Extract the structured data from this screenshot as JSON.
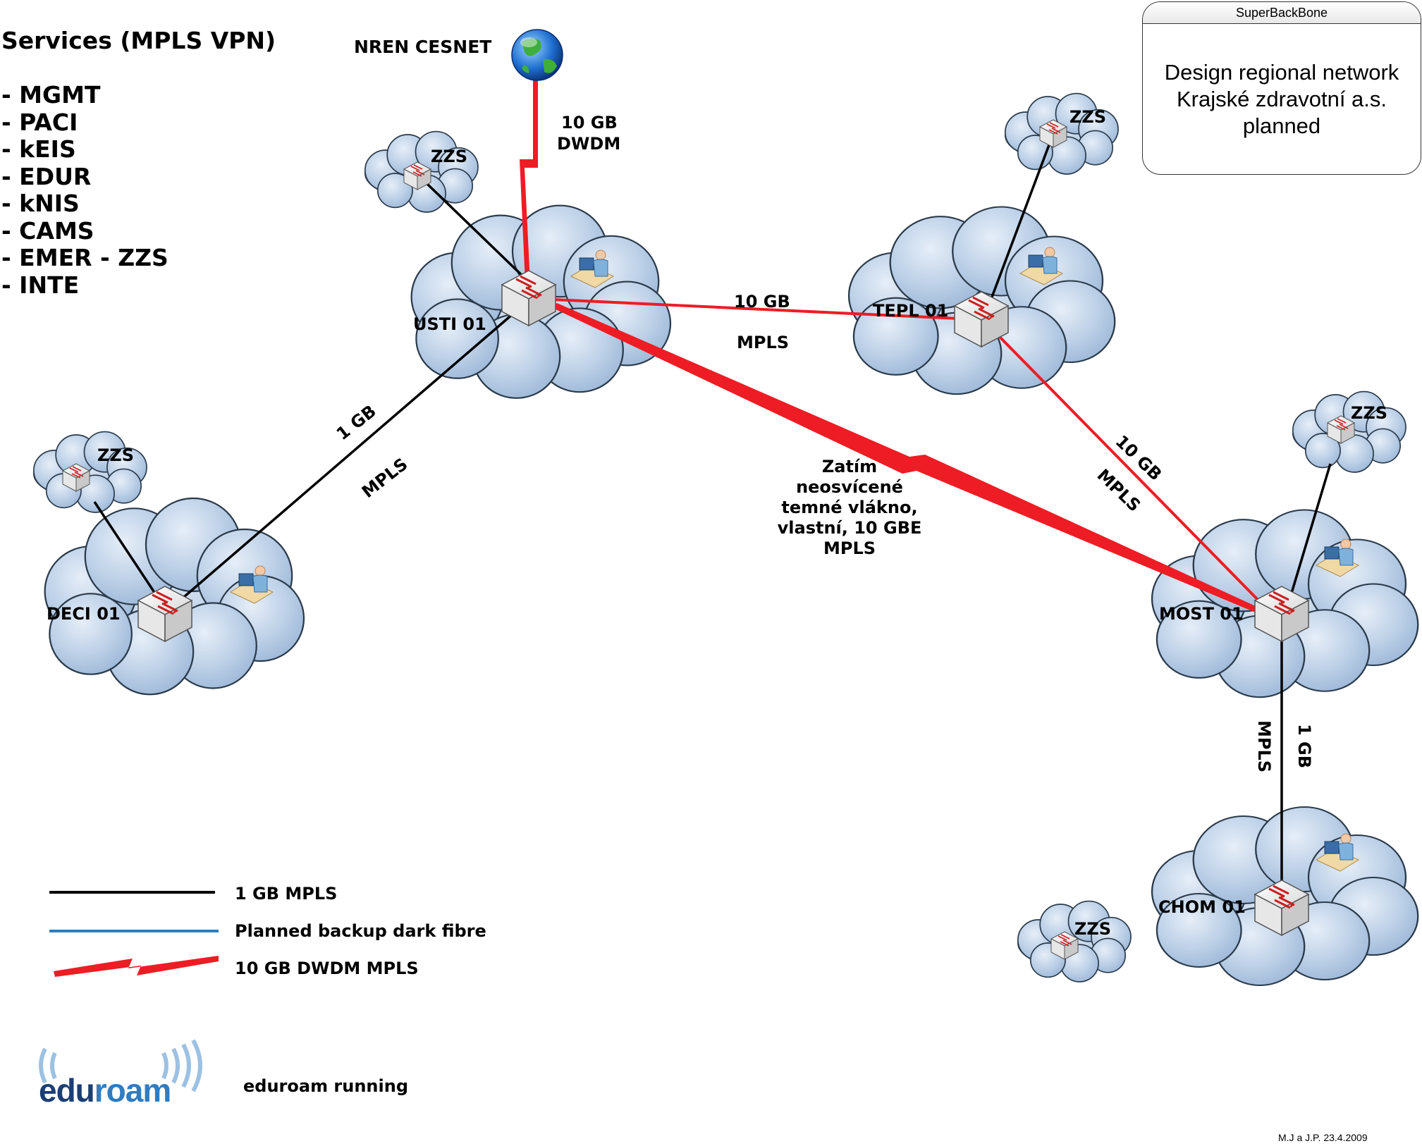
{
  "services": {
    "title": "Services (MPLS VPN)",
    "items": [
      "- MGMT",
      "- PACI",
      "- kEIS",
      "- EDUR",
      "- kNIS",
      "- CAMS",
      "- EMER - ZZS",
      "- INTE"
    ]
  },
  "nren": "NREN CESNET",
  "title_box": {
    "header": "SuperBackBone",
    "lines": [
      "Design regional network",
      "Krajské zdravotní a.s.",
      "planned"
    ]
  },
  "nodes": {
    "usti": "USTI 01",
    "tepl": "TEPL 01",
    "deci": "DECI 01",
    "most": "MOST 01",
    "chom": "CHOM 01"
  },
  "zzs_label": "ZZS",
  "links": {
    "nren_speed": "10 GB",
    "nren_tech": "DWDM",
    "usti_tepl_speed": "10 GB",
    "usti_tepl_tech": "MPLS",
    "usti_deci_speed": "1 GB",
    "usti_deci_tech": "MPLS",
    "tepl_most_speed": "10 GB",
    "tepl_most_tech": "MPLS",
    "most_chom_speed": "1 GB",
    "most_chom_tech": "MPLS",
    "dark_fibre_lines": [
      "Zatím",
      "neosvícené",
      "temné vlákno,",
      "vlastní, 10 GBE",
      "MPLS"
    ]
  },
  "legend": {
    "black": "1 GB MPLS",
    "blue": "Planned backup  dark fibre",
    "red": "10 GB DWDM MPLS"
  },
  "colors": {
    "black_line": "#000000",
    "blue_line": "#2a7fbf",
    "red_line": "#ee1c24",
    "cloud_fill": "#b9cfe6"
  },
  "eduroam": {
    "logo_a": "edu",
    "logo_b": "roam",
    "note": "eduroam running"
  },
  "footer": "M.J a J.P. 23.4.2009"
}
